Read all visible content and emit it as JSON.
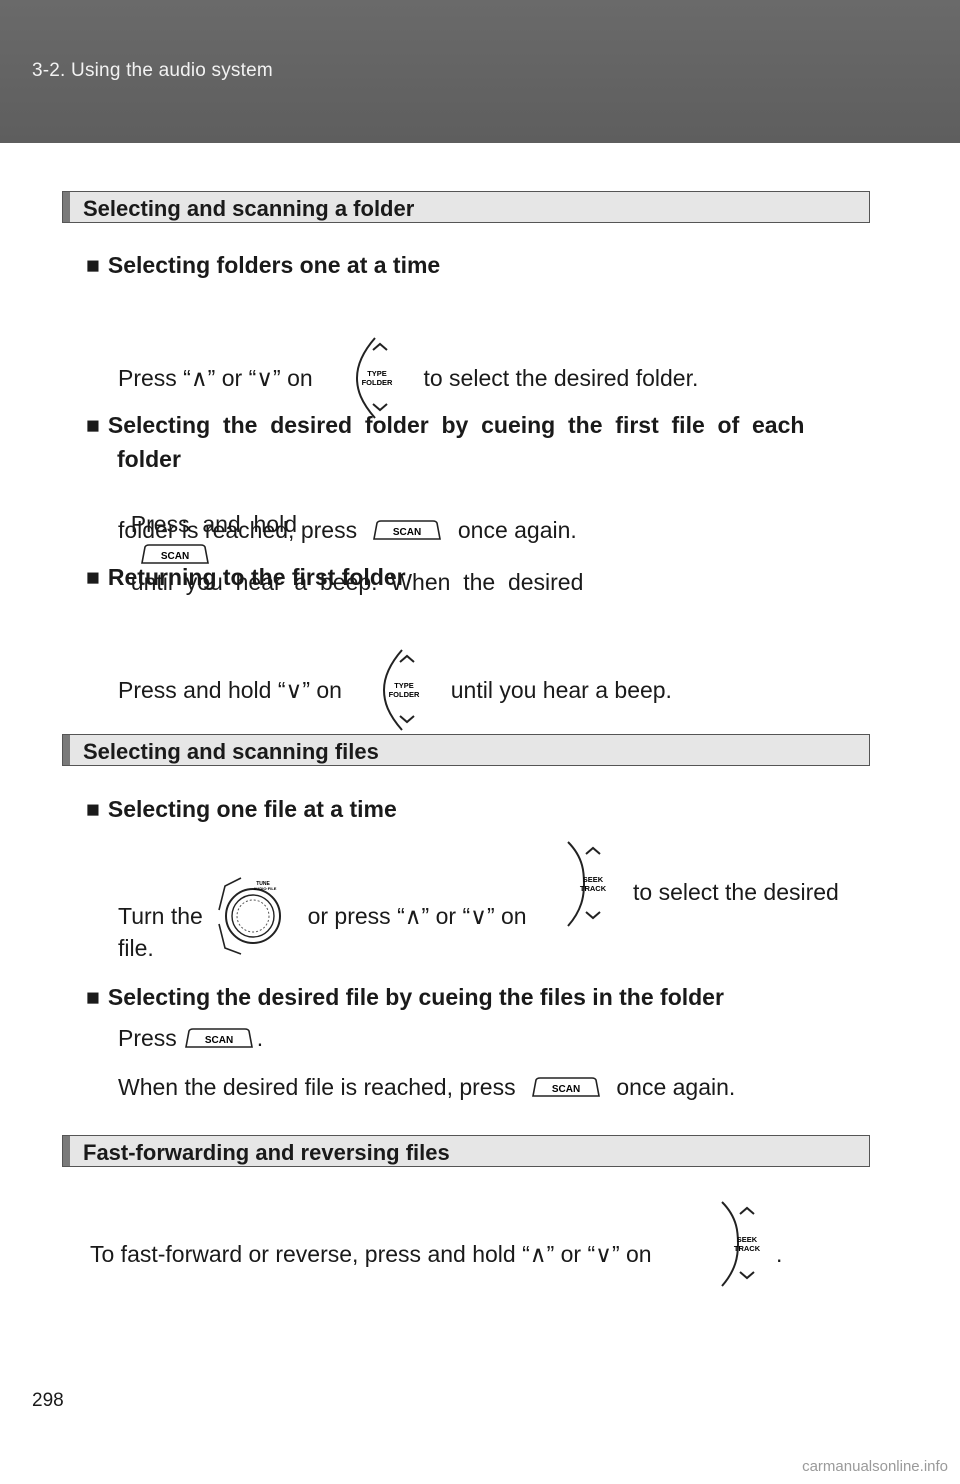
{
  "header": {
    "section_title": "3-2. Using the audio system"
  },
  "sections": {
    "folder": {
      "title": "Selecting and scanning a folder",
      "sub1": {
        "title": "Selecting folders one at a time",
        "text_a": "Press “∧” or “∨” on",
        "text_b": "to select the desired folder."
      },
      "sub2": {
        "title_l1": "Selecting  the  desired  folder  by  cueing  the  first  file  of  each",
        "title_l2": "folder",
        "l1a": "Press  and  hold",
        "l1b": "until  you  hear  a  beep.  When  the  desired",
        "l2a": "folder is reached, press",
        "l2b": "once again."
      },
      "sub3": {
        "title": "Returning to the first folder",
        "text_a": "Press and hold “∨” on",
        "text_b": "until you hear a beep."
      }
    },
    "files": {
      "title": "Selecting and scanning files",
      "sub1": {
        "title": "Selecting one file at a time",
        "text_a": "Turn the",
        "text_b": "or press “∧” or “∨” on",
        "text_c": "to select the desired",
        "text_d": "file."
      },
      "sub2": {
        "title": "Selecting the desired file by cueing the files in the folder",
        "l1a": "Press",
        "l1b": ".",
        "l2a": "When the desired file is reached, press",
        "l2b": "once again."
      }
    },
    "ff": {
      "title": "Fast-forwarding and reversing files",
      "text_a": "To fast-forward or reverse, press and hold “∧” or “∨” on",
      "text_b": "."
    }
  },
  "glyphs": {
    "square": "■",
    "scan_label": "SCAN",
    "type_folder_l1": "TYPE",
    "type_folder_l2": "FOLDER",
    "seek_track_l1": "SEEK",
    "seek_track_l2": "TRACK",
    "knob_l1": "TUNE",
    "knob_l2": "AUDIO·FILE"
  },
  "footer": {
    "page_number": "298",
    "watermark": "carmanualsonline.info"
  }
}
